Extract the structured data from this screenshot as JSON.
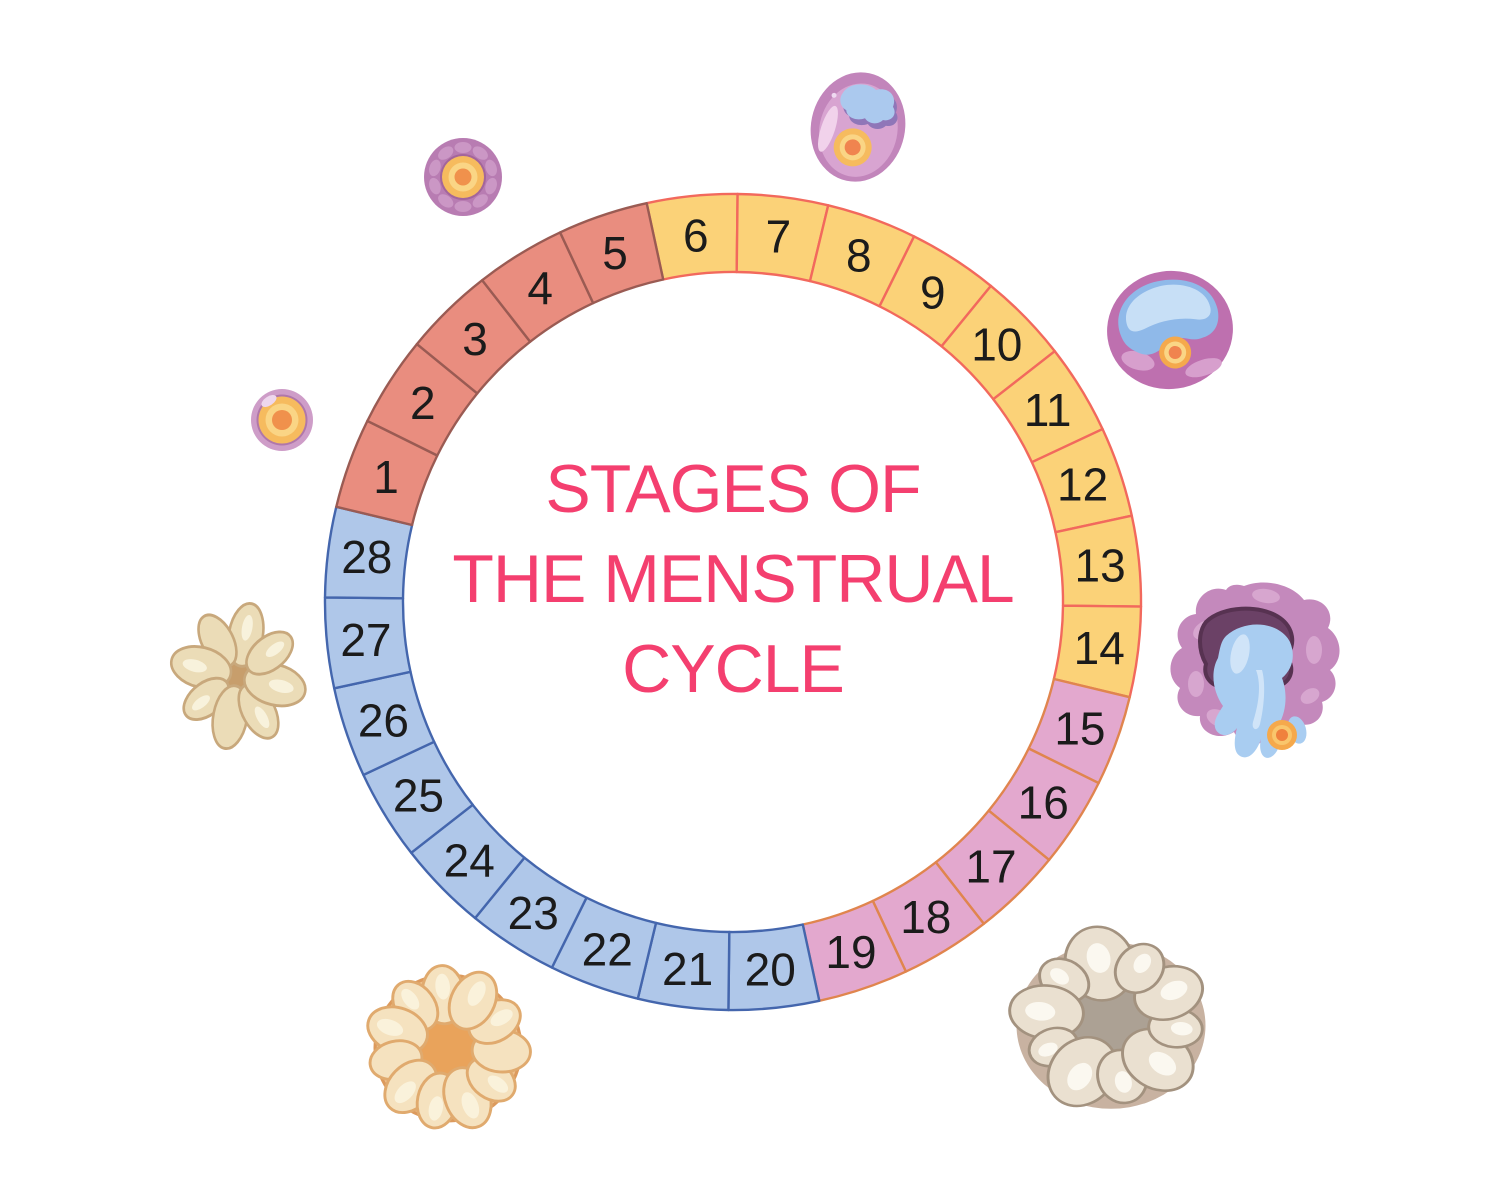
{
  "title": {
    "lines": [
      "STAGES OF",
      "THE MENSTRUAL",
      "CYCLE"
    ],
    "color": "#F43F6F"
  },
  "ring": {
    "total_days": 28,
    "label_color": "#1b1b1b",
    "phases": [
      {
        "name": "menstrual-phase",
        "day_start": 1,
        "day_end": 5,
        "fill": "#E98D7F",
        "stroke": "#9A5B53"
      },
      {
        "name": "follicular-phase",
        "day_start": 6,
        "day_end": 14,
        "fill": "#FBD278",
        "stroke": "#F2695D"
      },
      {
        "name": "ovulation-phase",
        "day_start": 15,
        "day_end": 19,
        "fill": "#E3A8CE",
        "stroke": "#E0854E"
      },
      {
        "name": "luteal-phase",
        "day_start": 20,
        "day_end": 28,
        "fill": "#AFC7E9",
        "stroke": "#4466AD"
      }
    ],
    "day_labels": [
      "1",
      "2",
      "3",
      "4",
      "5",
      "6",
      "7",
      "8",
      "9",
      "10",
      "11",
      "12",
      "13",
      "14",
      "15",
      "16",
      "17",
      "18",
      "19",
      "20",
      "21",
      "22",
      "23",
      "24",
      "25",
      "26",
      "27",
      "28"
    ]
  },
  "illustrations": [
    {
      "name": "primordial-follicle",
      "colors": {
        "outer": "#CE9DC8",
        "ring": "#F6BB5E",
        "core": "#F0914C"
      }
    },
    {
      "name": "primary-follicle",
      "colors": {
        "outer": "#B87CB2",
        "bumps": "#CB97C5",
        "ring": "#F6BB5E",
        "core": "#F0914C"
      }
    },
    {
      "name": "secondary-follicle",
      "colors": {
        "outer": "#C285BB",
        "inner": "#D8A4D1",
        "antrum": "#ABC9EE",
        "core": "#F0844F"
      }
    },
    {
      "name": "mature-follicle",
      "colors": {
        "outer": "#BE70AF",
        "antrum": "#8FB9E9",
        "core": "#F0844F"
      }
    },
    {
      "name": "ovulation-ruptured-follicle",
      "colors": {
        "outer": "#C489BC",
        "interior": "#6B4166",
        "fluid": "#A9CDF1",
        "ovum": "#F5A94C"
      }
    },
    {
      "name": "corpus-albicans",
      "colors": {
        "base": "#E2CBA0",
        "petals": "#EBDCB7",
        "center": "#C79E6C"
      }
    },
    {
      "name": "corpus-luteum",
      "colors": {
        "base": "#EFC08B",
        "lobes": "#F5E2BF",
        "center": "#E9A35B"
      }
    },
    {
      "name": "corpus-luteum-regressing",
      "colors": {
        "base": "#C8B2A1",
        "pebbles": "#EAE0D0",
        "center": "#ACA194"
      }
    }
  ]
}
